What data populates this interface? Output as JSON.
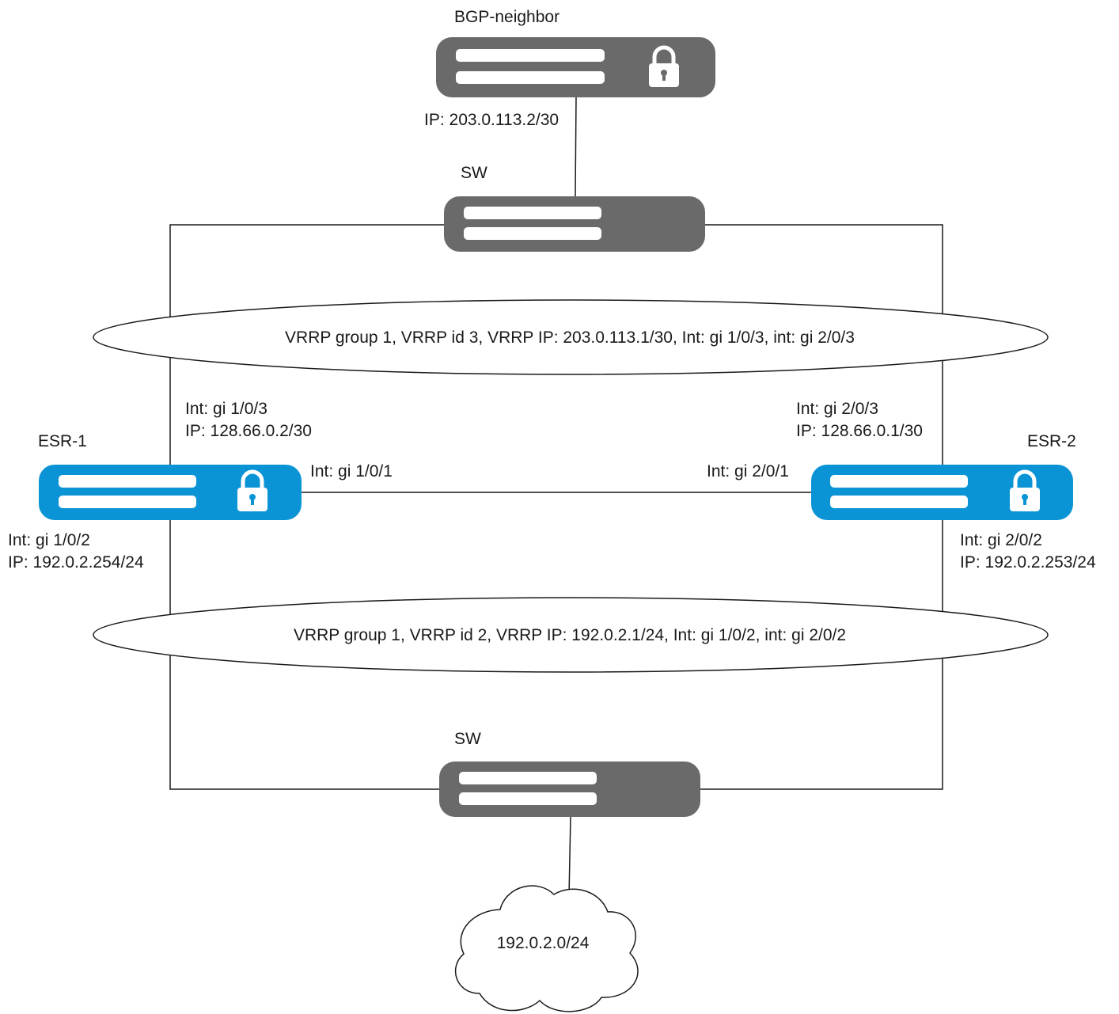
{
  "colors": {
    "switch_body": "#6a6a6a",
    "router_body": "#0a94d6",
    "line": "#1a1a1a",
    "background": "#ffffff"
  },
  "devices": {
    "bgp_neighbor": {
      "label": "BGP-neighbor",
      "ip": "IP: 203.0.113.2/30",
      "icon": "lock-icon"
    },
    "sw_top": {
      "label": "SW"
    },
    "sw_bottom": {
      "label": "SW"
    },
    "esr1": {
      "label": "ESR-1",
      "icon": "lock-icon",
      "uplink_int": "Int: gi 1/0/3",
      "uplink_ip": "IP: 128.66.0.2/30",
      "link_int": "Int: gi 1/0/1",
      "lan_int": "Int: gi 1/0/2",
      "lan_ip": "IP: 192.0.2.254/24"
    },
    "esr2": {
      "label": "ESR-2",
      "icon": "lock-icon",
      "uplink_int": "Int: gi 2/0/3",
      "uplink_ip": "IP: 128.66.0.1/30",
      "link_int": "Int: gi 2/0/1",
      "lan_int": "Int: gi 2/0/2",
      "lan_ip": "IP: 192.0.2.253/24"
    }
  },
  "vrrp": {
    "upper": "VRRP group 1, VRRP id 3, VRRP IP: 203.0.113.1/30, Int: gi 1/0/3, int: gi 2/0/3",
    "lower": "VRRP group 1, VRRP id 2, VRRP IP: 192.0.2.1/24, Int: gi 1/0/2, int: gi 2/0/2"
  },
  "cloud": {
    "label": "192.0.2.0/24"
  }
}
